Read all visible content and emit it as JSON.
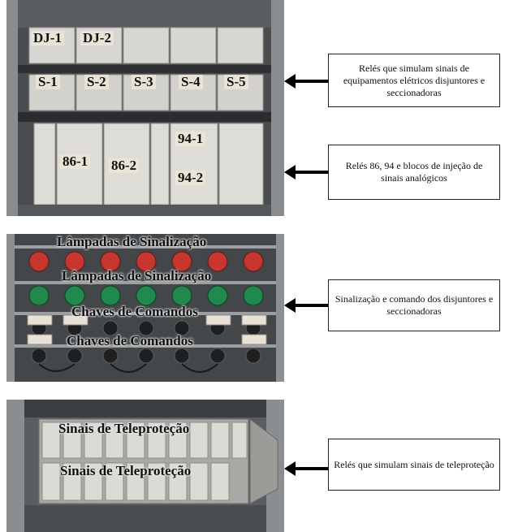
{
  "panel1": {
    "relay_labels": [
      "DJ-1",
      "DJ-2",
      "S-1",
      "S-2",
      "S-3",
      "S-4",
      "S-5",
      "86-1",
      "86-2",
      "94-1",
      "94-2"
    ],
    "caption_1": "Relés que simulam sinais de equipamentos elétricos disjuntores e seccionadoras",
    "caption_2": "Relés 86, 94 e blocos de injeção de sinais analógicos"
  },
  "panel2": {
    "lamps_label_top": "Lâmpadas de Sinalização",
    "lamps_label_bottom": "Lâmpadas de Sinalização",
    "switches_label_top": "Chaves de Comandos",
    "switches_label_bottom": "Chaves de Comandos",
    "caption": "Sinalização e comando dos disjuntores e seccionadoras",
    "colors": {
      "red_lamp": "#c8362e",
      "green_lamp": "#1f8a4c"
    }
  },
  "panel3": {
    "label_top": "Sinais de Teleproteção",
    "label_bottom": "Sinais de Teleproteção",
    "caption": "Relés que simulam sinais de teleproteção"
  }
}
